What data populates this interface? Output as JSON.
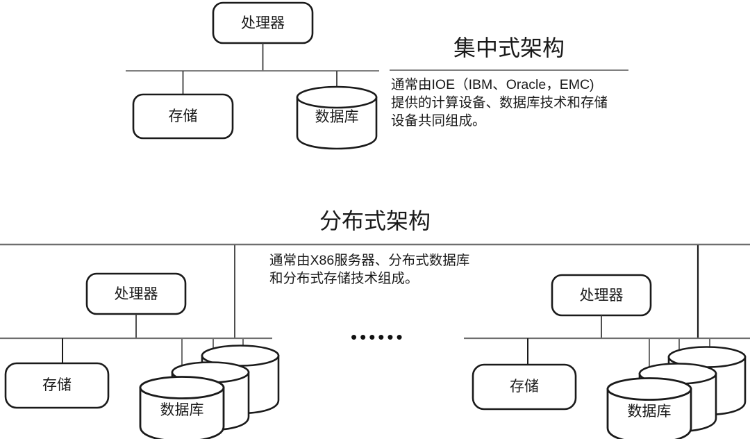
{
  "figure": {
    "title_centralized": "集中式架构",
    "title_distributed": "分布式架构",
    "desc_centralized": "通常由IOE（IBM、Oracle，EMC)\n提供的计算设备、数据库技术和存储\n设备共同组成。",
    "desc_distributed": "通常由X86服务器、分布式数据库\n和分布式存储技术组成。",
    "ellipsis": "••••••",
    "colors": {
      "stroke": "#1a1a1a",
      "bus": "#6e6e6e",
      "text": "#1a1a1a",
      "background": "#ffffff"
    }
  },
  "centralized": {
    "processor": "处理器",
    "storage": "存储",
    "database": "数据库"
  },
  "distributed": {
    "left_cluster": {
      "processor": "处理器",
      "storage": "存储",
      "database": "数据库"
    },
    "right_cluster": {
      "processor": "处理器",
      "storage": "存储",
      "database": "数据库"
    }
  }
}
